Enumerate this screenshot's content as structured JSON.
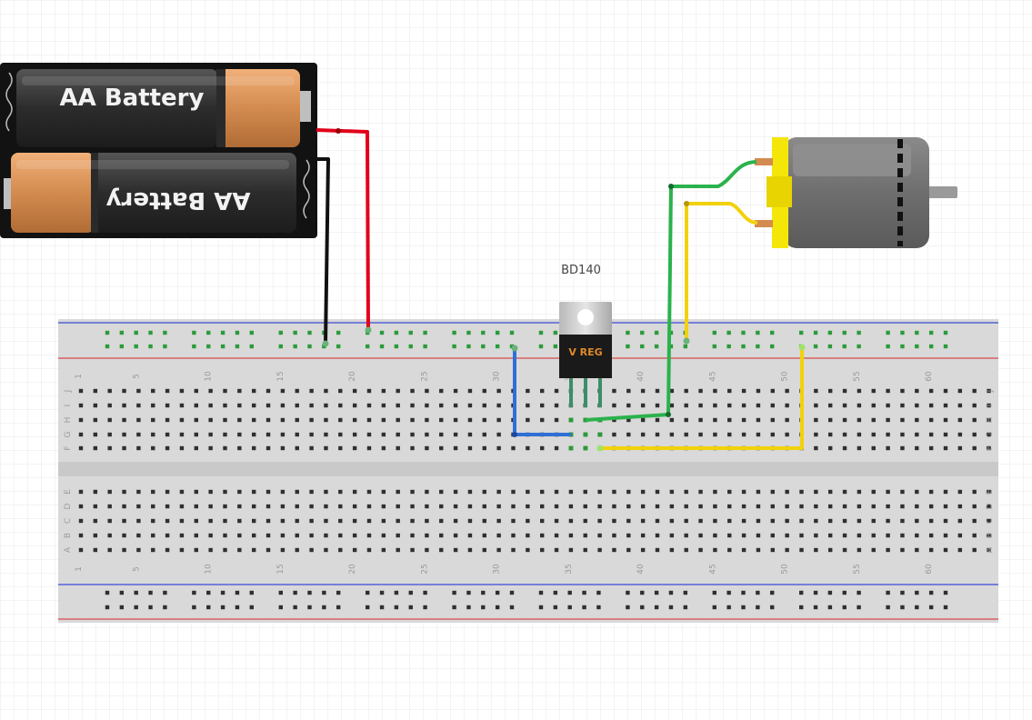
{
  "battery": {
    "cell_top_label": "AA Battery",
    "cell_bottom_label": "AA Battery"
  },
  "regulator": {
    "part_label": "BD140",
    "body_text": "V REG"
  },
  "breadboard": {
    "column_numbers": [
      "1",
      "5",
      "10",
      "15",
      "20",
      "25",
      "30",
      "35",
      "40",
      "45",
      "50",
      "55",
      "60"
    ],
    "row_letters_top": [
      "J",
      "I",
      "H",
      "G",
      "F"
    ],
    "row_letters_bottom": [
      "E",
      "D",
      "C",
      "B",
      "A"
    ]
  },
  "colors": {
    "background": "#ffffff",
    "grid_line": "#e6e6e6",
    "breadboard_body": "#d9d9d9",
    "rail_blue": "#3a4bd6",
    "rail_red": "#d94a4a",
    "wire_red": "#e2001a",
    "wire_black": "#111111",
    "wire_green": "#2bb24c",
    "wire_yellow": "#f2d10a",
    "wire_blue": "#2f6fd6",
    "battery_copper": "#d38b4f",
    "motor_body": "#6e6e6e",
    "motor_yellow": "#f5e60a"
  }
}
